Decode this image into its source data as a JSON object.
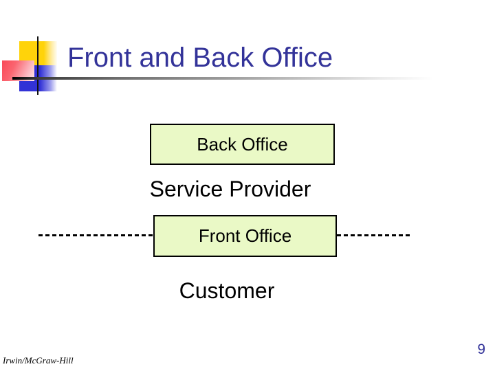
{
  "slide": {
    "title": "Front and Back Office",
    "footer": "Irwin/McGraw-Hill",
    "page_number": "9"
  },
  "diagram": {
    "back_office": "Back Office",
    "service_provider": "Service Provider",
    "front_office": "Front Office",
    "customer": "Customer"
  },
  "colors": {
    "background": "#FFFFFF",
    "title_text": "#333399",
    "page_number_text": "#333399",
    "body_text": "#000000",
    "box_fill": "#EAF9C6",
    "box_border": "#000000",
    "dashed_line": "#000000",
    "deco_yellow": "#FFD30A",
    "deco_blue": "#3232D6",
    "deco_red": "#F94956",
    "title_rule_start": "#000000",
    "title_rule_end": "#FFFFFF"
  }
}
